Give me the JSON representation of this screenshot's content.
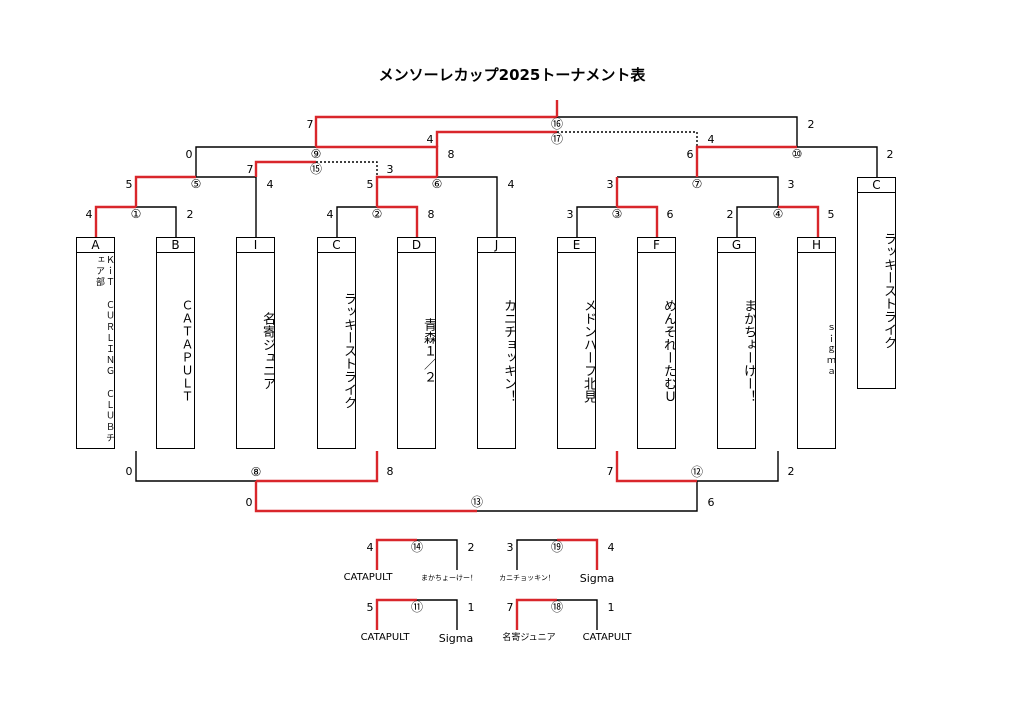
{
  "title": "メンソーレカップ2025トーナメント表",
  "teams": [
    {
      "id": "A",
      "name": "ＫｉＴ ＣＵＲＬＩＮＧ ＣＬＵＢチェア部"
    },
    {
      "id": "B",
      "name": "ＣＡＴＡＰＵＬＴ"
    },
    {
      "id": "I",
      "name": "名寄ジュニア"
    },
    {
      "id": "C",
      "name": "ラッキーストライク"
    },
    {
      "id": "D",
      "name": "青森１／２"
    },
    {
      "id": "J",
      "name": "カニチョッキン！"
    },
    {
      "id": "E",
      "name": "メドンハーフ北見"
    },
    {
      "id": "F",
      "name": "めんそれーたむＵ"
    },
    {
      "id": "G",
      "name": "まかちょーけー！"
    },
    {
      "id": "H",
      "name": "ｓｉｇｍａ"
    },
    {
      "id": "C",
      "name": "ラッキーストライク"
    }
  ],
  "games": [
    {
      "no": "①",
      "left": "4",
      "right": "2"
    },
    {
      "no": "②",
      "left": "4",
      "right": "8"
    },
    {
      "no": "③",
      "left": "3",
      "right": "6"
    },
    {
      "no": "④",
      "left": "2",
      "right": "5"
    },
    {
      "no": "⑤",
      "left": "5",
      "right": "4"
    },
    {
      "no": "⑥",
      "left": "5",
      "right": "4"
    },
    {
      "no": "⑦",
      "left": "3",
      "right": "3"
    },
    {
      "no": "⑧",
      "left": "0",
      "right": "8"
    },
    {
      "no": "⑨",
      "left": "0",
      "right": "8"
    },
    {
      "no": "⑩",
      "left": "6",
      "right": "2"
    },
    {
      "no": "⑪",
      "left": "5",
      "right": "1"
    },
    {
      "no": "⑫",
      "left": "7",
      "right": "2"
    },
    {
      "no": "⑬",
      "left": "0",
      "right": "6"
    },
    {
      "no": "⑭",
      "left": "4",
      "right": "2"
    },
    {
      "no": "⑮",
      "left": "7",
      "right": "3"
    },
    {
      "no": "⑯",
      "left": "7",
      "right": "2"
    },
    {
      "no": "⑰",
      "left": "4",
      "right": "4"
    },
    {
      "no": "⑱",
      "left": "7",
      "right": "1"
    },
    {
      "no": "⑲",
      "left": "3",
      "right": "4"
    }
  ],
  "placement": {
    "g14": {
      "left_team": "CATAPULT",
      "right_team": "まかちょーけー！"
    },
    "g19": {
      "left_team": "カニチョッキン！",
      "right_team": "Sigma"
    },
    "g11": {
      "left_team": "CATAPULT",
      "right_team": "Sigma"
    },
    "g18": {
      "left_team": "名寄ジュニア",
      "right_team": "CATAPULT"
    }
  },
  "colors": {
    "win": "#d9262b",
    "line": "#000000"
  }
}
